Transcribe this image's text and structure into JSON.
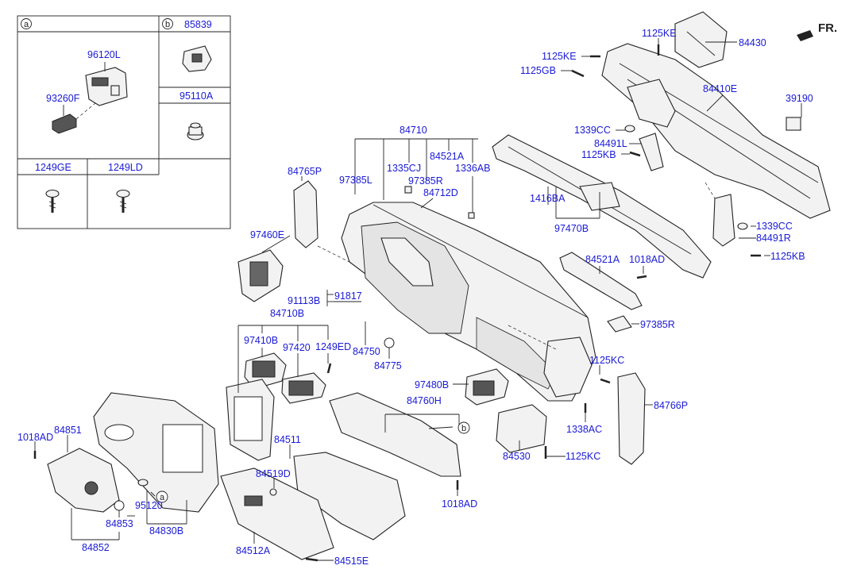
{
  "fr_label": "FR.",
  "legend": {
    "a_letter": "a",
    "b_letter": "b",
    "b_part": "85839",
    "a_parts": [
      "96120L",
      "93260F"
    ],
    "c_part": "95110A",
    "d_part": "1249GE",
    "e_part": "1249LD"
  },
  "labels": {
    "p84430": "84430",
    "p1125KE_top": "1125KE",
    "p1125KE_left": "1125KE",
    "p1125GB": "1125GB",
    "p84410E": "84410E",
    "p39190": "39190",
    "p1339CC_top": "1339CC",
    "p84491L": "84491L",
    "p1125KB_top": "1125KB",
    "p1339CC_bot": "1339CC",
    "p84491R": "84491R",
    "p1125KB_bot": "1125KB",
    "p84710": "84710",
    "p97385L": "97385L",
    "p1335CJ": "1335CJ",
    "p84521A_top": "84521A",
    "p1336AB": "1336AB",
    "p97385R_top": "97385R",
    "p84712D": "84712D",
    "p1416BA": "1416BA",
    "p97470B": "97470B",
    "p84765P": "84765P",
    "p97460E": "97460E",
    "p84521A_mid": "84521A",
    "p1018AD_mid": "1018AD",
    "p91113B": "91113B",
    "p91817": "91817",
    "p84710B": "84710B",
    "p97385R_mid": "97385R",
    "p97410B": "97410B",
    "p97420": "97420",
    "p1249ED": "1249ED",
    "p84750": "84750",
    "p84775": "84775",
    "p1125KC_mid": "1125KC",
    "p97480B": "97480B",
    "p84760H": "84760H",
    "p84766P": "84766P",
    "p1338AC": "1338AC",
    "p84530": "84530",
    "p1125KC_bot": "1125KC",
    "p1018AD_left": "1018AD",
    "p84851": "84851",
    "p84511": "84511",
    "p84519D": "84519D",
    "p95120": "95120",
    "p84853": "84853",
    "p84830B": "84830B",
    "p1018AD_bot": "1018AD",
    "p84852": "84852",
    "p84512A": "84512A",
    "p84515E": "84515E",
    "callout_a": "a",
    "callout_b": "b"
  }
}
